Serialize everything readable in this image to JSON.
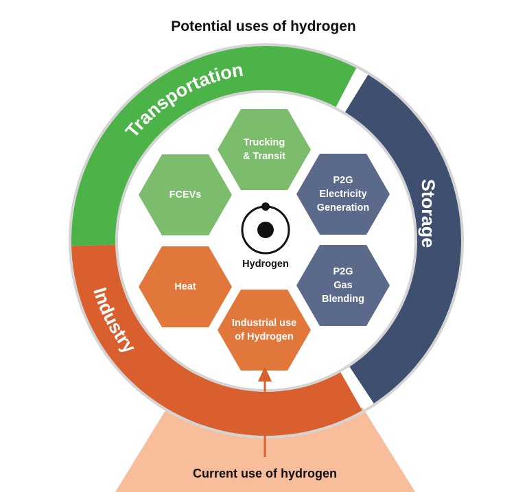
{
  "title": "Potential uses of hydrogen",
  "ring": {
    "transportation": {
      "label": "Transportation",
      "color": "#4cb348"
    },
    "storage": {
      "label": "Storage",
      "color": "#3e4f70"
    },
    "industry": {
      "label": "Industry",
      "color": "#d9602e"
    }
  },
  "hexagons": {
    "trucking": {
      "lines": [
        "Trucking",
        "& Transit"
      ],
      "color": "#7bbd6d"
    },
    "fcevs": {
      "lines": [
        "FCEVs"
      ],
      "color": "#7bbd6d"
    },
    "p2g_electricity": {
      "lines": [
        "P2G",
        "Electricity",
        "Generation"
      ],
      "color": "#5b6a8a"
    },
    "p2g_gas": {
      "lines": [
        "P2G",
        "Gas",
        "Blending"
      ],
      "color": "#5b6a8a"
    },
    "heat": {
      "lines": [
        "Heat"
      ],
      "color": "#e2773b"
    },
    "industrial": {
      "lines": [
        "Industrial use",
        "of Hydrogen"
      ],
      "color": "#e2773b"
    }
  },
  "center": {
    "label": "Hydrogen",
    "icon": "hydrogen-atom-icon"
  },
  "current_use": {
    "label": "Current use of hydrogen",
    "fill_color": "#f8bd9b",
    "arrow_color": "#d9602e"
  }
}
